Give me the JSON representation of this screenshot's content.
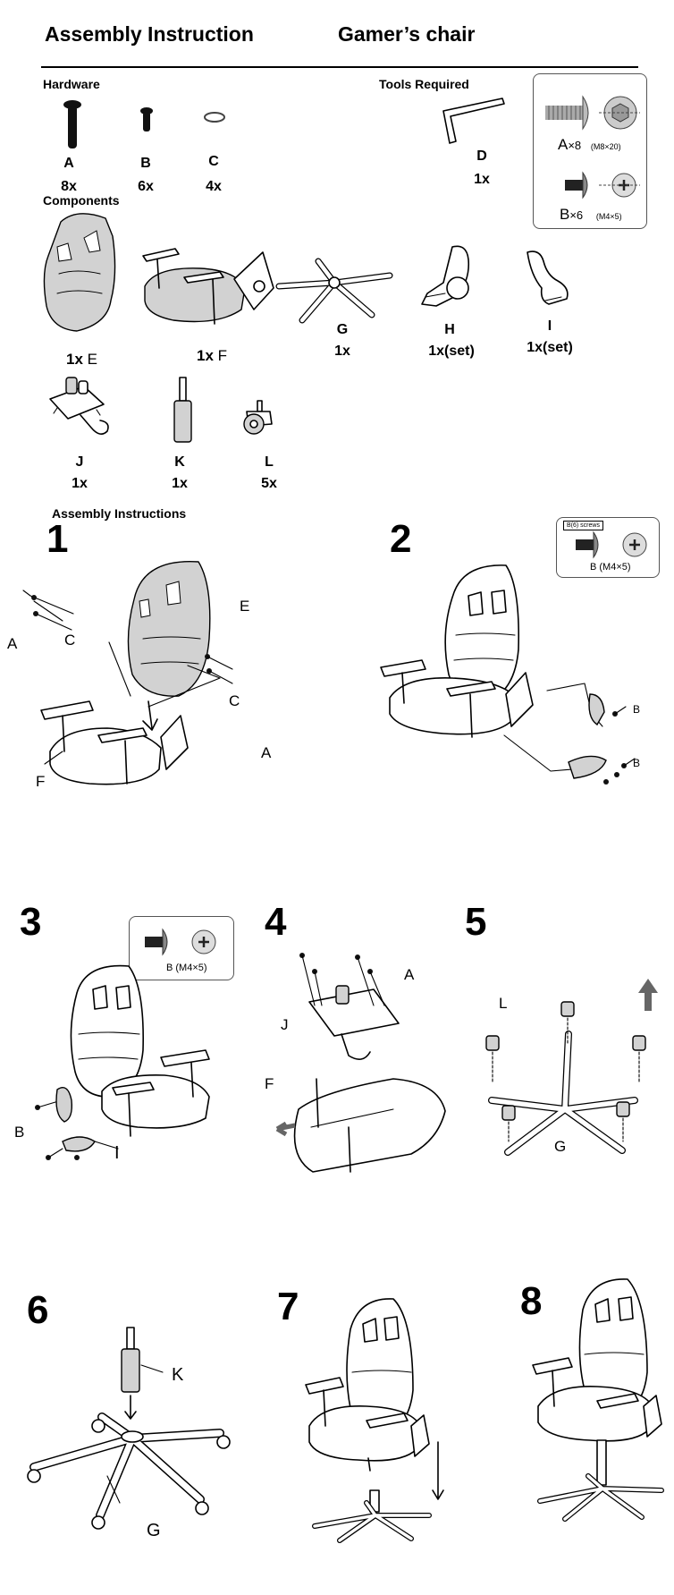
{
  "header": {
    "title": "Assembly Instruction",
    "subtitle": "Gamer’s chair"
  },
  "sections": {
    "hardware": "Hardware",
    "components": "Components",
    "tools": "Tools Required",
    "assembly": "Assembly Instructions"
  },
  "hardware": [
    {
      "letter": "A",
      "qty": "8x"
    },
    {
      "letter": "B",
      "qty": "6x"
    },
    {
      "letter": "C",
      "qty": "4x"
    }
  ],
  "tool": {
    "letter": "D",
    "qty": "1x"
  },
  "screw_box": {
    "a_label": "A",
    "a_count": "×8",
    "a_size": "(M8×20)",
    "b_label": "B",
    "b_count": "×6",
    "b_size": "(M4×5)"
  },
  "components": [
    {
      "letter": "E",
      "qty": "1x"
    },
    {
      "letter": "F",
      "qty": "1x"
    },
    {
      "letter": "G",
      "qty": "1x"
    },
    {
      "letter": "H",
      "qty": "1x(set)"
    },
    {
      "letter": "I",
      "qty": "1x(set)"
    },
    {
      "letter": "J",
      "qty": "1x"
    },
    {
      "letter": "K",
      "qty": "1x"
    },
    {
      "letter": "L",
      "qty": "5x"
    }
  ],
  "steps": [
    "1",
    "2",
    "3",
    "4",
    "5",
    "6",
    "7",
    "8"
  ],
  "callouts": {
    "s1": {
      "a1": "A",
      "c1": "C",
      "e": "E",
      "c2": "C",
      "a2": "A",
      "f": "F"
    },
    "s2": {
      "b1": "B",
      "b2": "B",
      "box_tag": "B(6) screws",
      "box_label": "B (M4×5)"
    },
    "s3": {
      "b": "B",
      "i": "I",
      "box_label": "B (M4×5)"
    },
    "s4": {
      "a": "A",
      "j": "J",
      "f": "F"
    },
    "s5": {
      "l": "L",
      "g": "G"
    },
    "s6": {
      "k": "K",
      "g": "G"
    }
  }
}
